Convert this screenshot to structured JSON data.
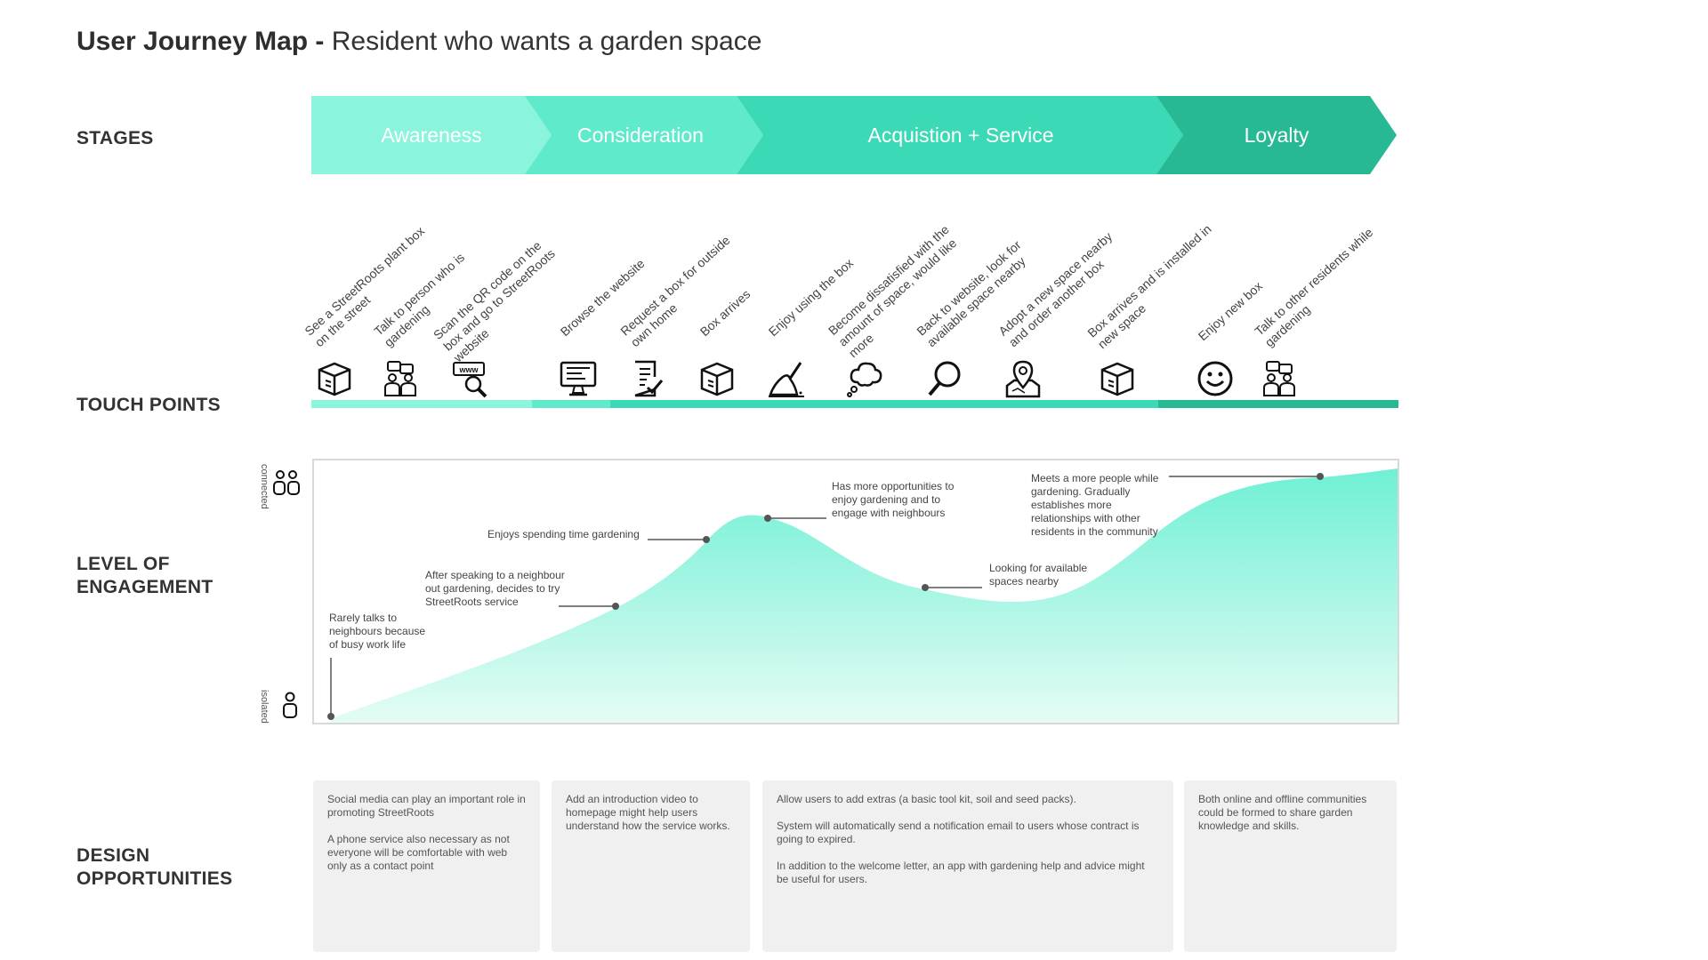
{
  "title": {
    "bold": "User Journey Map -",
    "rest": " Resident who wants a garden space"
  },
  "rows": {
    "stages": "STAGES",
    "touch_points": "TOUCH POINTS",
    "engagement_line1": "LEVEL OF",
    "engagement_line2": "ENGAGEMENT",
    "design_line1": "DESIGN",
    "design_line2": "OPPORTUNITIES"
  },
  "stages": [
    "Awareness",
    "Consideration",
    "Acquistion + Service",
    "Loyalty"
  ],
  "stage_colors": [
    "#8af5dc",
    "#5feacb",
    "#3bd9b5",
    "#27b993"
  ],
  "touch_points": [
    {
      "line1": "See a StreetRoots plant box",
      "line2": "on the street",
      "icon": "box-icon"
    },
    {
      "line1": "Talk to person who is",
      "line2": "gardening",
      "icon": "people-chat-icon"
    },
    {
      "line1": "Scan the QR code on the",
      "line2": "box and go to StreetRoots",
      "line3": "website",
      "icon": "www-search-icon"
    },
    {
      "line1": "Browse the website",
      "icon": "monitor-icon"
    },
    {
      "line1": "Request a box for outside",
      "line2": "own home",
      "icon": "form-icon"
    },
    {
      "line1": "Box arrives",
      "icon": "box-icon"
    },
    {
      "line1": "Enjoy using the box",
      "icon": "trowel-icon"
    },
    {
      "line1": "Become dissatisfied with the",
      "line2": "amount of space, would like",
      "line3": "more",
      "icon": "thought-bubble-icon"
    },
    {
      "line1": "Back to website, look for",
      "line2": "available space nearby",
      "icon": "magnifier-icon"
    },
    {
      "line1": "Adopt a new space nearby",
      "line2": "and order another box",
      "icon": "map-pin-icon"
    },
    {
      "line1": "Box arrives and is installed in",
      "line2": "new space",
      "icon": "box-icon"
    },
    {
      "line1": "Enjoy new box",
      "icon": "smiley-icon"
    },
    {
      "line1": "Talk to other residents while",
      "line2": "gardening",
      "icon": "people-chat-icon"
    }
  ],
  "engagement": {
    "axis_top": "connected",
    "axis_bottom": "isolated",
    "annotations": [
      {
        "l1": "Rarely talks to",
        "l2": "neighbours because",
        "l3": "of busy work life"
      },
      {
        "l1": "After speaking to a neighbour",
        "l2": "out gardening, decides to try",
        "l3": "StreetRoots service"
      },
      {
        "l1": "Enjoys spending time gardening"
      },
      {
        "l1": "Has more opportunities to",
        "l2": "enjoy gardening and to",
        "l3": "engage with neighbours"
      },
      {
        "l1": "Looking for available",
        "l2": "spaces nearby"
      },
      {
        "l1": "Meets a more people while",
        "l2": "gardening. Gradually",
        "l3": "establishes more",
        "l4": "relationships with other",
        "l5": "residents in the community"
      }
    ]
  },
  "opportunities": [
    {
      "p1": "Social media can play an important role in promoting StreetRoots",
      "p2": "A phone service also necessary as not everyone will be comfortable with web only as a contact point"
    },
    {
      "p1": "Add an introduction video to homepage might help users understand how the service works."
    },
    {
      "p1": "Allow users to add extras (a basic tool kit, soil and seed packs).",
      "p2": "System will automatically send a notification email to users whose contract is going to expired.",
      "p3": "In addition to the welcome letter, an app with gardening help and advice might be useful for users."
    },
    {
      "p1": "Both online and offline communities could be formed to share garden knowledge and skills."
    }
  ]
}
